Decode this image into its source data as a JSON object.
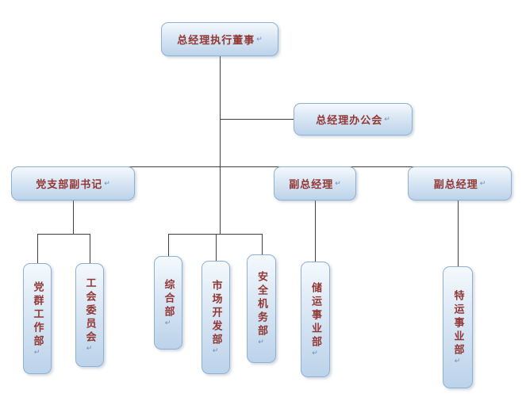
{
  "diagram": {
    "type": "org-chart",
    "nodes": {
      "gm": {
        "label": "总经理执行董事"
      },
      "office": {
        "label": "总经理办公会"
      },
      "party": {
        "label": "党支部副书记"
      },
      "vp1": {
        "label": "副总经理"
      },
      "vp2": {
        "label": "副总经理"
      },
      "dangqun": {
        "label": "党群工作部"
      },
      "gonghui": {
        "label": "工会委员会"
      },
      "zonghe": {
        "label": "综合部"
      },
      "shichang": {
        "label": "市场开发部"
      },
      "anquan": {
        "label": "安全机务部"
      },
      "chuyun": {
        "label": "储运事业部"
      },
      "teyun": {
        "label": "特运事业部"
      }
    },
    "symbols": {
      "return_mark": "↵"
    },
    "colors": {
      "box_border": "#8fb0d6",
      "box_fill_top": "#f4f9fd",
      "box_fill_bottom": "#bcd3ea",
      "text": "#913734",
      "line": "#404040"
    }
  }
}
